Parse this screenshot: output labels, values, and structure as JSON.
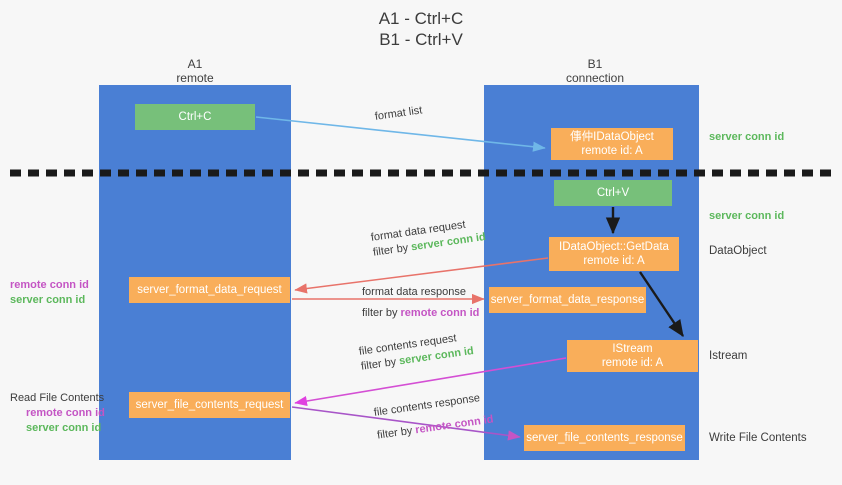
{
  "title": {
    "line1": "A1 - Ctrl+C",
    "line2": "B1 - Ctrl+V"
  },
  "lanes": [
    {
      "id": "a1",
      "name": "A1",
      "sub": "remote",
      "color": "#4a7fd4"
    },
    {
      "id": "b1",
      "name": "B1",
      "sub": "connection",
      "color": "#4a7fd4"
    }
  ],
  "colors": {
    "lane": "#4a7fd4",
    "green_box": "#77c07a",
    "orange_box": "#f9ae5a",
    "server_conn_id": "#5cb85c",
    "remote_conn_id": "#c455c4",
    "arrow_blue": "#6fb7e8",
    "arrow_red": "#e8736a",
    "arrow_magenta": "#d44fd4",
    "arrow_black": "#1a1a1a",
    "background": "#f7f7f7"
  },
  "boxes": {
    "ctrl_c": {
      "label": "Ctrl+C"
    },
    "idataobject": {
      "line1": "倳仲IDataObject",
      "line2": "remote id: A"
    },
    "ctrl_v": {
      "label": "Ctrl+V"
    },
    "getdata": {
      "line1": "IDataObject::GetData",
      "line2": "remote id: A"
    },
    "format_data_request": {
      "label": "server_format_data_request"
    },
    "format_data_response": {
      "label": "server_format_data_response"
    },
    "istream": {
      "line1": "IStream",
      "line2": "remote id: A"
    },
    "file_contents_request": {
      "label": "server_file_contents_request"
    },
    "file_contents_response": {
      "label": "server_file_contents_response"
    }
  },
  "edge_labels": {
    "format_list": {
      "text": "format list"
    },
    "format_data_request": {
      "line1": "format data request",
      "filter_prefix": "filter by ",
      "filter_value": "server conn id",
      "filter_kind": "server"
    },
    "format_data_response": {
      "line1": "format data response",
      "filter_prefix": "filter by ",
      "filter_value": "remote conn id",
      "filter_kind": "remote"
    },
    "file_contents_request": {
      "line1": "file contents request",
      "filter_prefix": "filter by ",
      "filter_value": "server conn id",
      "filter_kind": "server"
    },
    "file_contents_response": {
      "line1": "file contents response",
      "filter_prefix": "filter by ",
      "filter_value": "remote conn id",
      "filter_kind": "remote"
    }
  },
  "side_annotations": {
    "left_conn_ids_1": {
      "remote": "remote conn id",
      "server": "server conn id"
    },
    "left_read_file": {
      "heading": "Read File Contents",
      "remote": "remote conn id",
      "server": "server conn id"
    },
    "right_server_conn_id_top": "server conn id",
    "right_server_conn_id_mid": "server conn id",
    "right_dataobject": "DataObject",
    "right_istream": "Istream",
    "right_write_file": "Write File Contents"
  }
}
